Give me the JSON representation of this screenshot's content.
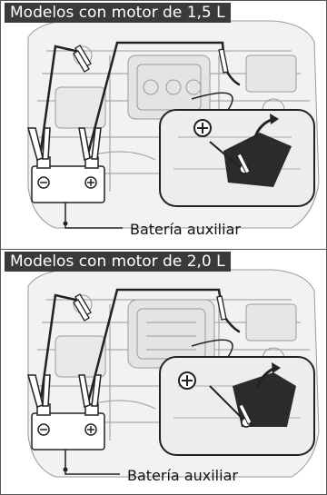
{
  "panels": [
    {
      "title": "Modelos con motor de 1,5 L",
      "battery_label": "Batería auxiliar",
      "icons": [
        "engine-bay-illustration",
        "jumper-cables",
        "auxiliary-battery",
        "battery-terminal-detail",
        "plus-symbol",
        "minus-symbol",
        "connection-arrow"
      ]
    },
    {
      "title": "Modelos con motor de 2,0 L",
      "battery_label": "Batería auxiliar",
      "icons": [
        "engine-bay-illustration",
        "jumper-cables",
        "auxiliary-battery",
        "battery-terminal-detail",
        "plus-symbol",
        "minus-symbol",
        "connection-arrow"
      ]
    }
  ],
  "colors": {
    "title_background": "#3a3a3a",
    "title_text": "#ffffff",
    "line": "#222222"
  }
}
